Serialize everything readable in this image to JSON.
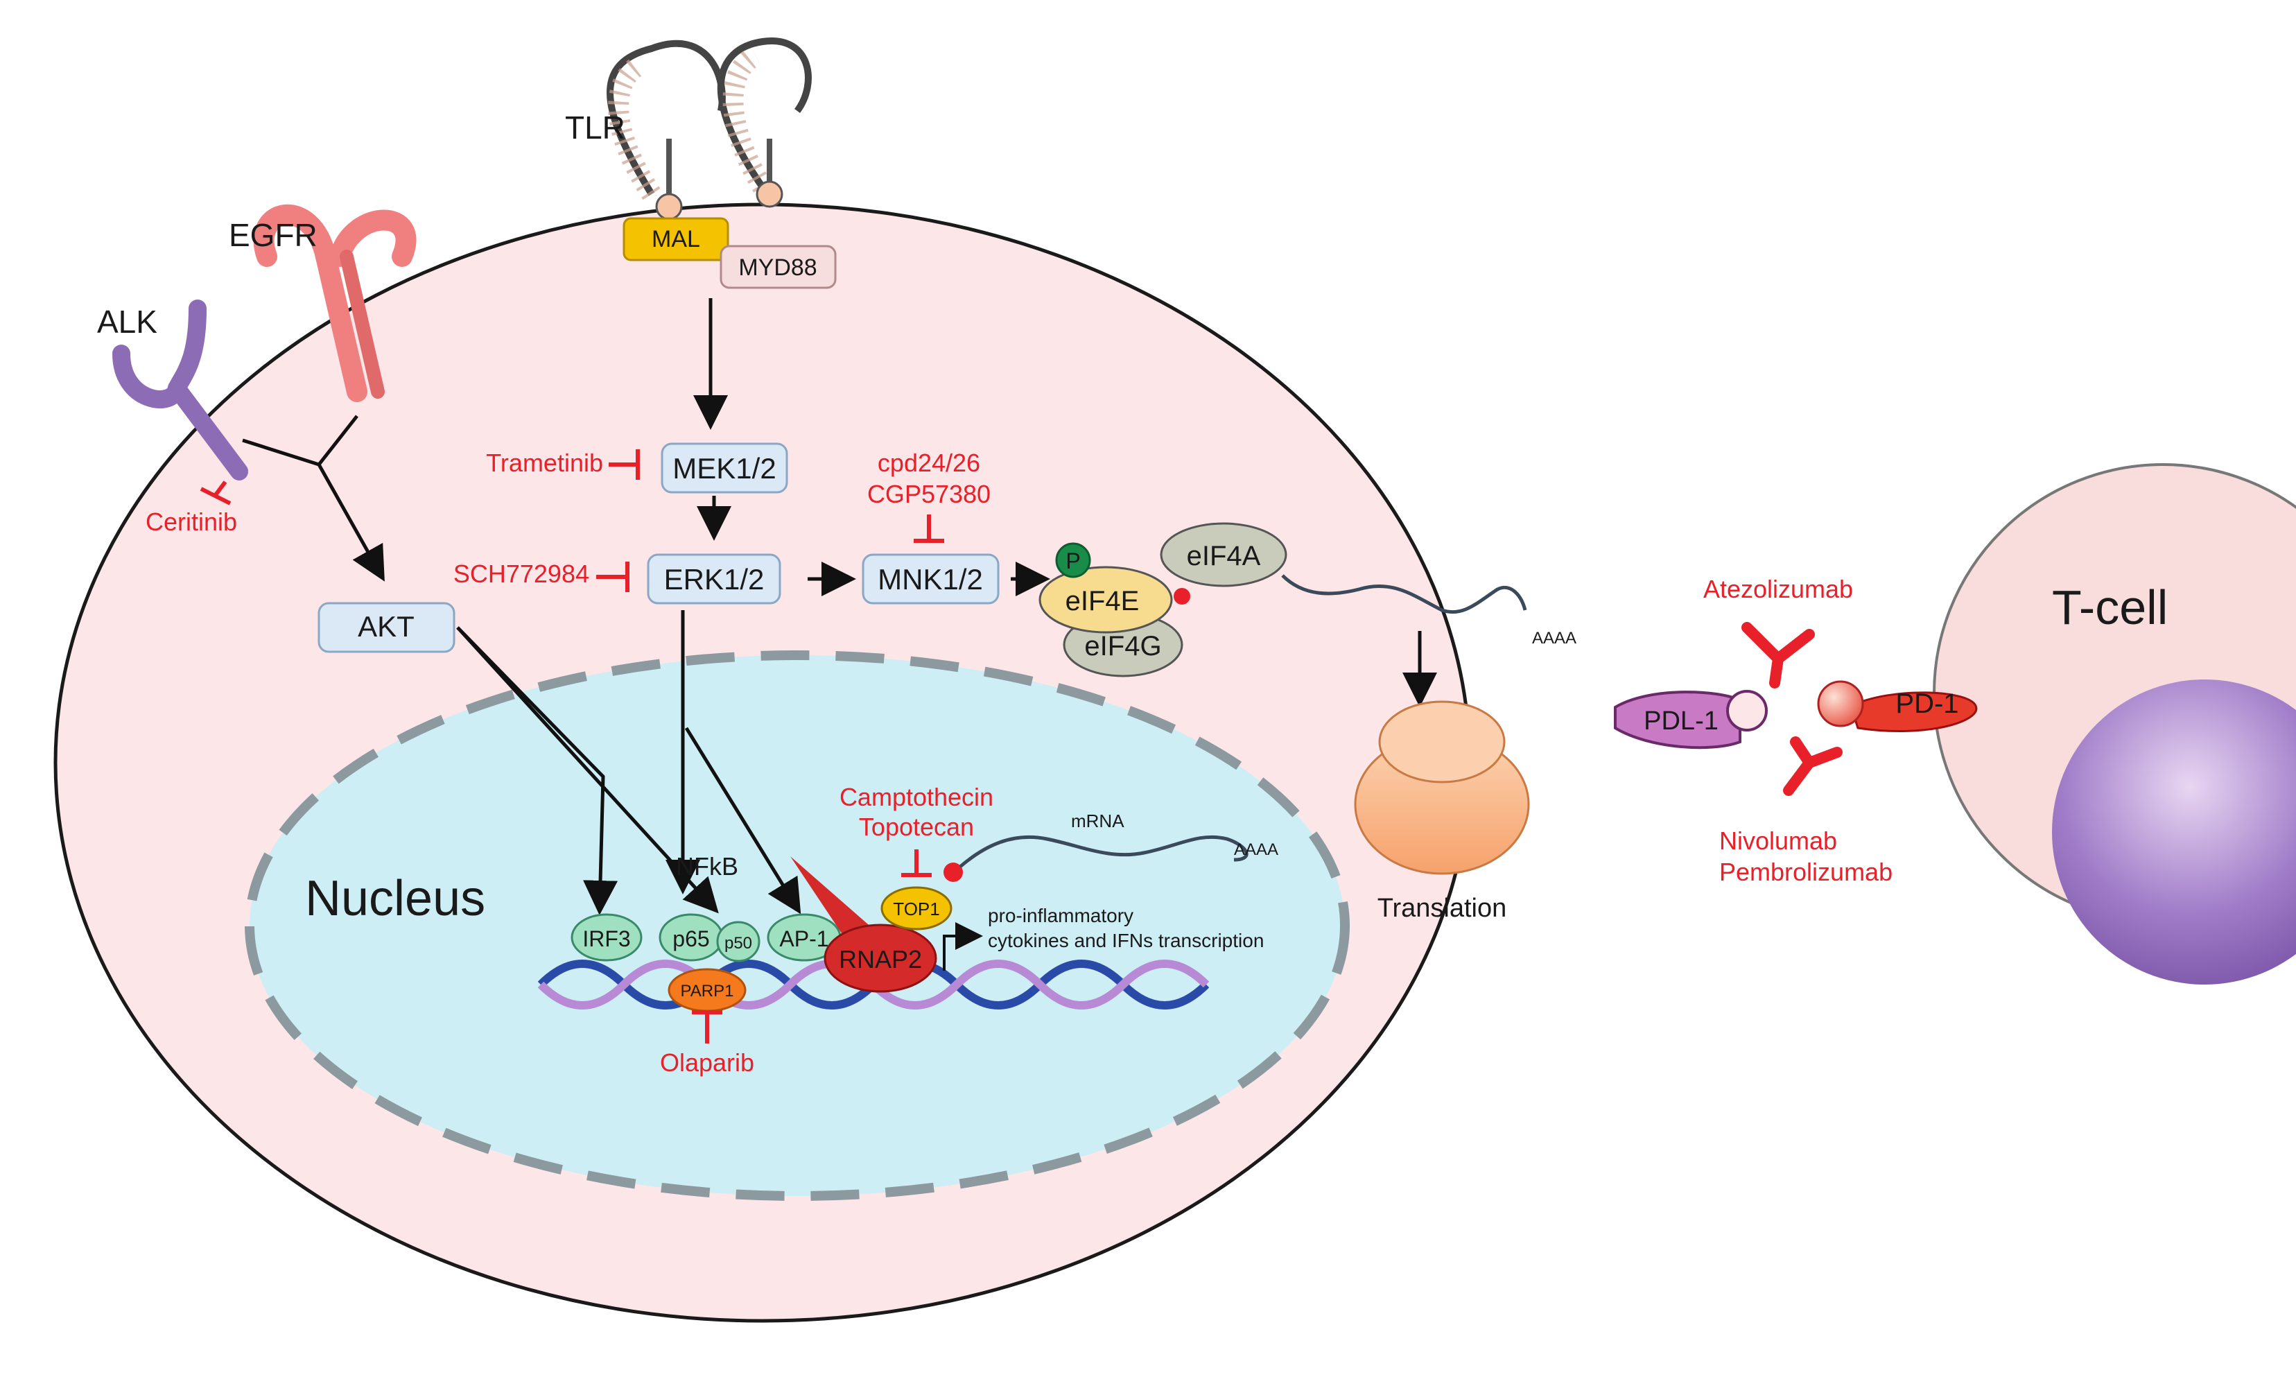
{
  "labels": {
    "tlr": "TLR",
    "egfr": "EGFR",
    "alk": "ALK",
    "mal": "MAL",
    "myd88": "MYD88",
    "mek": "MEK1/2",
    "erk": "ERK1/2",
    "mnk": "MNK1/2",
    "akt": "AKT",
    "p": "P",
    "eif4e": "eIF4E",
    "eif4a": "eIF4A",
    "eif4g": "eIF4G",
    "aaaa_cyto": "AAAA",
    "translation": "Translation",
    "nucleus": "Nucleus",
    "nfkb": "NFkB",
    "irf3": "IRF3",
    "p65": "p65",
    "p50": "p50",
    "ap1": "AP-1",
    "parp1": "PARP1",
    "rnap2": "RNAP2",
    "top1": "TOP1",
    "mrna": "mRNA",
    "aaaa_nuc": "AAAA",
    "transcription_1": "pro-inflammatory",
    "transcription_2": "cytokines and IFNs transcription",
    "pdl1": "PDL-1",
    "pd1": "PD-1",
    "tcell": "T-cell"
  },
  "drugs": {
    "trametinib": "Trametinib",
    "sch": "SCH772984",
    "cpd": "cpd24/26",
    "cgp": "CGP57380",
    "ceritinib": "Ceritinib",
    "olaparib": "Olaparib",
    "camptothecin": "Camptothecin",
    "topotecan": "Topotecan",
    "atezolizumab": "Atezolizumab",
    "nivolumab": "Nivolumab",
    "pembrolizumab": "Pembrolizumab"
  },
  "colors": {
    "cell_fill": "#fde6e8",
    "nucleus_fill": "#cdeef5",
    "drug_red": "#e8202a",
    "kinase_box": "#dbe9f7",
    "mal_yellow": "#f5c200",
    "myd88_pink": "#f7dede"
  }
}
